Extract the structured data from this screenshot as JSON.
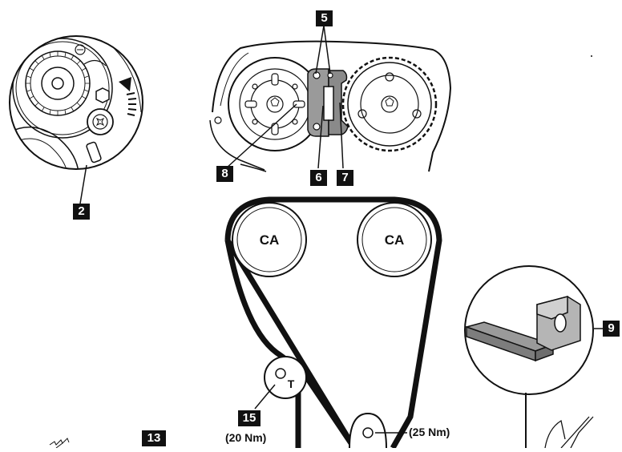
{
  "callouts": {
    "c2": "2",
    "c5": "5",
    "c6": "6",
    "c7": "7",
    "c8": "8",
    "c9": "9",
    "c13": "13",
    "c15": "15"
  },
  "pulleys": {
    "cam_left": "CA",
    "cam_right": "CA",
    "tensioner": "T"
  },
  "torques": {
    "tensioner_torque": "(20 Nm)",
    "idler_torque": "(25 Nm)"
  }
}
